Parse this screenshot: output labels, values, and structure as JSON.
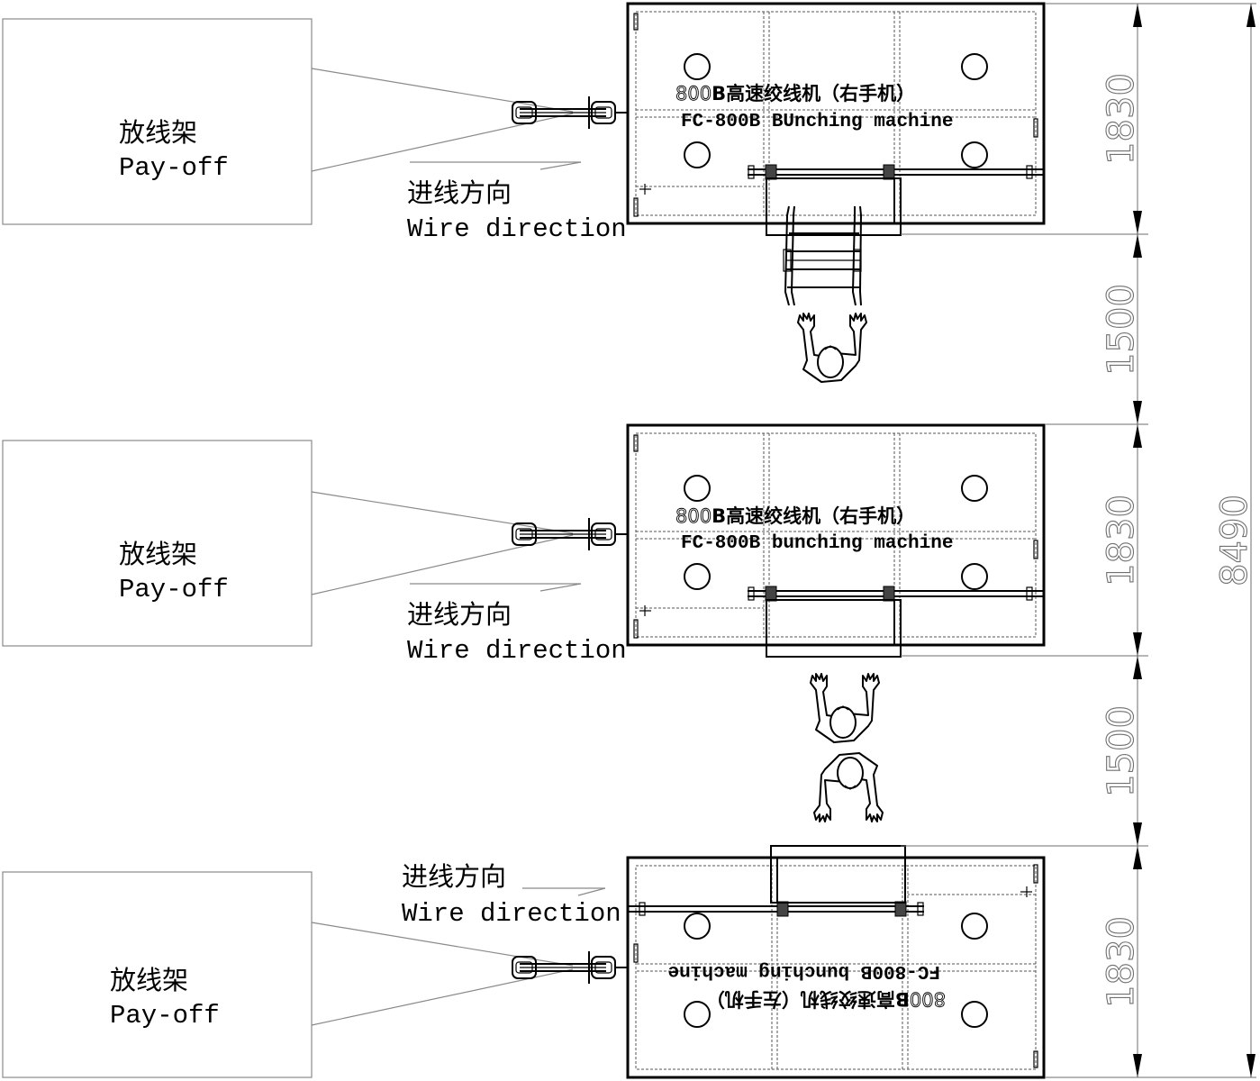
{
  "drawing": {
    "title": "800B bunching machine layout plan",
    "units": "mm"
  },
  "payoffs": [
    {
      "label_cn": "放线架",
      "label_en": "Pay-off"
    },
    {
      "label_cn": "放线架",
      "label_en": "Pay-off"
    },
    {
      "label_cn": "放线架",
      "label_en": "Pay-off"
    }
  ],
  "wire_direction": [
    {
      "label_cn": "进线方向",
      "label_en": "Wire direction"
    },
    {
      "label_cn": "进线方向",
      "label_en": "Wire direction"
    },
    {
      "label_cn": "进线方向",
      "label_en": "Wire direction"
    }
  ],
  "machines": [
    {
      "model_num": "800",
      "name_cn": "B高速绞线机（右手机）",
      "name_en": "FC-800B BUnching machine",
      "orientation": "normal",
      "hand": "right"
    },
    {
      "model_num": "800",
      "name_cn": "B高速绞线机（右手机）",
      "name_en": "FC-800B bunching machine",
      "orientation": "normal",
      "hand": "right"
    },
    {
      "model_num": "800",
      "name_cn": "B高速绞线机（左手机）",
      "name_en": "FC-800B bunching machine",
      "orientation": "rotated-180",
      "hand": "left"
    }
  ],
  "operators": [
    {
      "facing": "up"
    },
    {
      "facing": "up"
    },
    {
      "facing": "down"
    }
  ],
  "dimensions": {
    "segments": [
      "1830",
      "1500",
      "1830",
      "1500",
      "1830"
    ],
    "total": "8490"
  }
}
